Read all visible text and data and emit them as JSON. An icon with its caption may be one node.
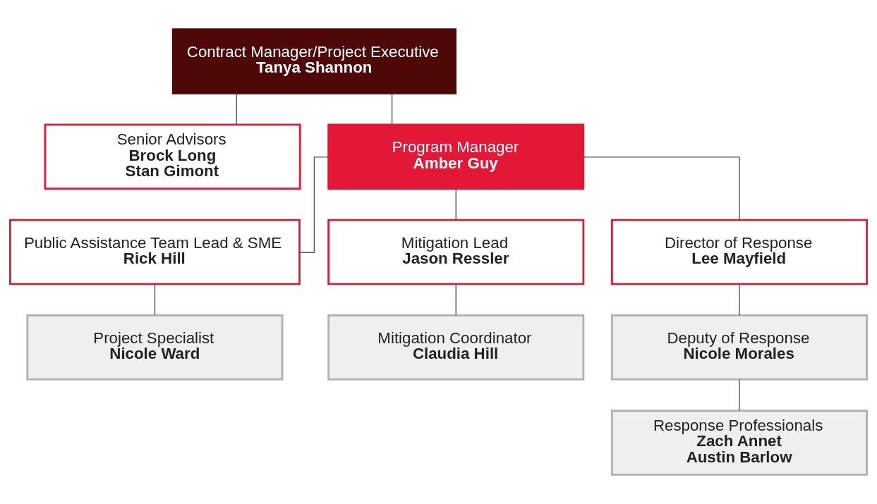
{
  "diagram": {
    "nodes": [
      {
        "text": [
          "Contract Manager/Project Executive",
          "Tanya Shannon"
        ]
      },
      {
        "text": [
          "Senior Advisors",
          "Brock Long",
          "Stan Gimont"
        ]
      },
      {
        "text": [
          "Program Manager",
          "Amber Guy"
        ]
      },
      {
        "text": [
          "Public Assistance Team Lead & SME",
          "Rick Hill"
        ]
      },
      {
        "text": [
          "Mitigation Lead",
          "Jason Ressler"
        ]
      },
      {
        "text": [
          "Director of Response",
          "Lee Mayfield"
        ]
      },
      {
        "text": [
          "Project Specialist",
          "Nicole Ward"
        ]
      },
      {
        "text": [
          "Mitigation Coordinator",
          "Claudia Hill"
        ]
      },
      {
        "text": [
          "Deputy of Response",
          "Nicole Morales"
        ]
      },
      {
        "text": [
          "Response Professionals",
          "Zach Annet",
          "Austin Barlow"
        ]
      }
    ],
    "edges": [
      {
        "from": 0,
        "to": 2,
        "arrow": "none"
      },
      {
        "from": 0,
        "to": 1,
        "arrow": "none"
      },
      {
        "from": 2,
        "to": 3,
        "arrow": "none"
      },
      {
        "from": 2,
        "to": 4,
        "arrow": "none"
      },
      {
        "from": 2,
        "to": 5,
        "arrow": "none"
      },
      {
        "from": 3,
        "to": 6,
        "arrow": "none"
      },
      {
        "from": 4,
        "to": 7,
        "arrow": "none"
      },
      {
        "from": 5,
        "to": 8,
        "arrow": "none"
      },
      {
        "from": 8,
        "to": 9,
        "arrow": "none"
      }
    ]
  }
}
